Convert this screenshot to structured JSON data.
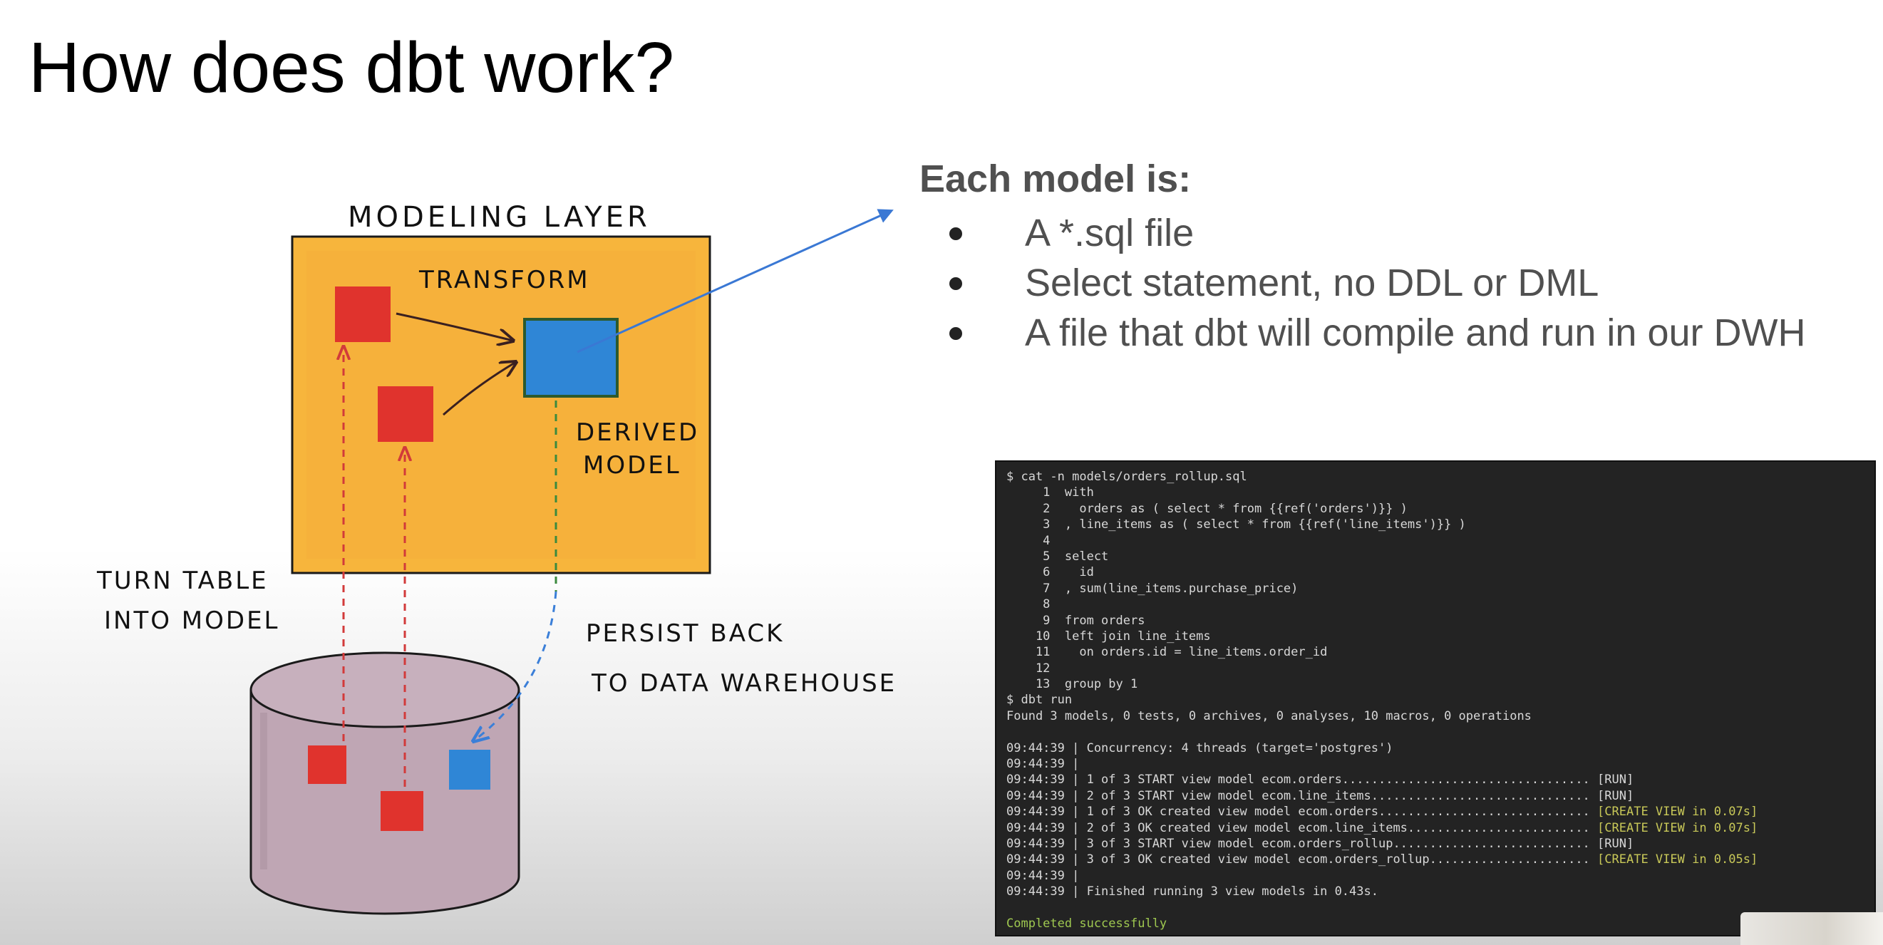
{
  "title": "How does dbt work?",
  "diagram": {
    "modeling_layer_label": "MODELING LAYER",
    "transform_label": "TRANSFORM",
    "derived_model_label_1": "DERIVED",
    "derived_model_label_2": "MODEL",
    "turn_table_label_1": "TURN TABLE",
    "turn_table_label_2": "INTO MODEL",
    "persist_label_1": "PERSIST BACK",
    "persist_label_2": "TO DATA WAREHOUSE",
    "colors": {
      "layer": "#f7b53c",
      "source_model": "#e0332d",
      "derived_model": "#2f86d6",
      "warehouse": "#bfa6b4",
      "arrow_blue": "#3a78d4",
      "dash_red": "#d23a3a",
      "dash_green": "#3b8a3e",
      "dash_blue": "#3b7fd8"
    }
  },
  "list": {
    "heading": "Each model is:",
    "items": [
      "A *.sql file",
      "Select statement, no DDL or DML",
      "A file that dbt will compile and run in our DWH"
    ]
  },
  "terminal": {
    "lines": [
      "$ cat -n models/orders_rollup.sql",
      "     1  with",
      "     2    orders as ( select * from {{ref('orders')}} )",
      "     3  , line_items as ( select * from {{ref('line_items')}} )",
      "     4",
      "     5  select",
      "     6    id",
      "     7  , sum(line_items.purchase_price)",
      "     8",
      "     9  from orders",
      "    10  left join line_items",
      "    11    on orders.id = line_items.order_id",
      "    12",
      "    13  group by 1",
      "$ dbt run",
      "Found 3 models, 0 tests, 0 archives, 0 analyses, 10 macros, 0 operations",
      "",
      "09:44:39 | Concurrency: 4 threads (target='postgres')",
      "09:44:39 |",
      "09:44:39 | 1 of 3 START view model ecom.orders.................................. [RUN]",
      "09:44:39 | 2 of 3 START view model ecom.line_items.............................. [RUN]",
      "09:44:39 | 1 of 3 OK created view model ecom.orders............................. ",
      "09:44:39 | 2 of 3 OK created view model ecom.line_items......................... ",
      "09:44:39 | 3 of 3 START view model ecom.orders_rollup........................... [RUN]",
      "09:44:39 | 3 of 3 OK created view model ecom.orders_rollup...................... ",
      "09:44:39 |",
      "09:44:39 | Finished running 3 view models in 0.43s.",
      "",
      "Completed successfully"
    ],
    "status_1": "[CREATE VIEW in 0.07s]",
    "status_2": "[CREATE VIEW in 0.07s]",
    "status_3": "[CREATE VIEW in 0.05s]"
  }
}
